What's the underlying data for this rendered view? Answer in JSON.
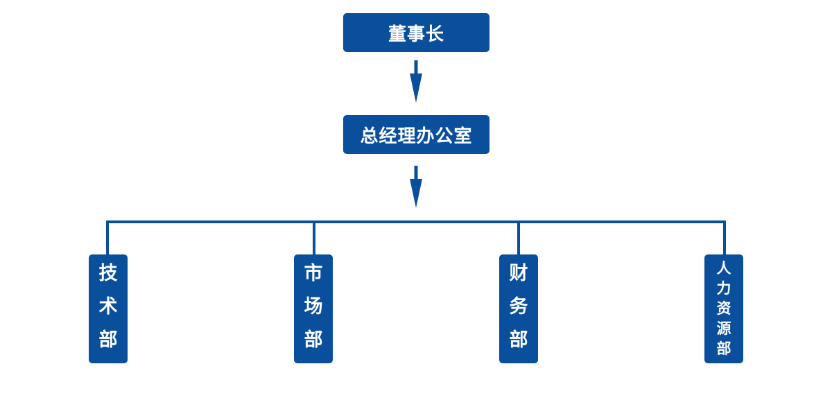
{
  "chairman": {
    "label": "董事长"
  },
  "gm_office": {
    "label": "总经理办公室"
  },
  "departments": [
    {
      "label": [
        "技",
        "术",
        "部"
      ]
    },
    {
      "label": [
        "市",
        "场",
        "部"
      ]
    },
    {
      "label": [
        "财",
        "务",
        "部"
      ]
    },
    {
      "label": [
        "人",
        "力",
        "资",
        "源",
        "部"
      ]
    }
  ],
  "colors": {
    "node_fill": "#0a4f9c",
    "node_text": "#ffffff",
    "connector": "#0a4f9c"
  }
}
